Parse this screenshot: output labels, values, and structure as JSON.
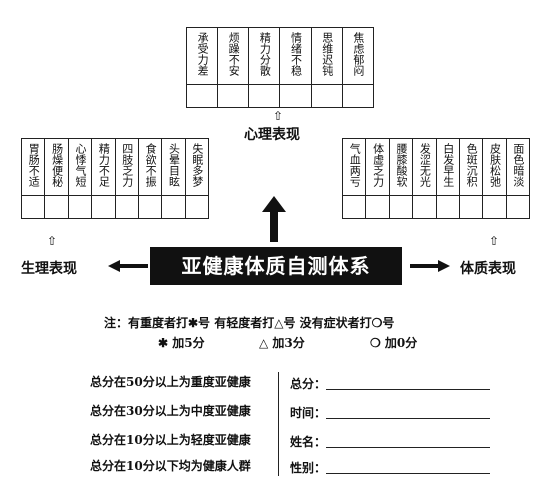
{
  "psych": {
    "title": "心理表现",
    "items": [
      "承受力差",
      "烦躁不安",
      "精力分散",
      "情绪不稳",
      "思维迟钝",
      "焦虑郁闷"
    ]
  },
  "physio": {
    "title": "生理表现",
    "items": [
      "胃肠不适",
      "肠燥便秘",
      "心悸气短",
      "精力不足",
      "四肢乏力",
      "食欲不振",
      "头晕目眩",
      "失眠多梦"
    ]
  },
  "constitution": {
    "title": "体质表现",
    "items": [
      "气血两亏",
      "体虚乏力",
      "腰膝酸软",
      "发涩无光",
      "白发早生",
      "色斑沉积",
      "皮肤松弛",
      "面色暗淡"
    ]
  },
  "arrow_glyph": "⇧",
  "banner": "亚健康体质自测体系",
  "note": {
    "line1": "注：有重度者打✱号    有轻度者打△号    没有症状者打❍号",
    "score_heavy": "✱ 加5分",
    "score_light": "△ 加3分",
    "score_none": "❍ 加0分"
  },
  "rules": [
    "总分在50分以上为重度亚健康",
    "总分在30分以上为中度亚健康",
    "总分在10分以上为轻度亚健康",
    "总分在10分以下均为健康人群"
  ],
  "fields": [
    {
      "label": "总分："
    },
    {
      "label": "时间："
    },
    {
      "label": "姓名："
    },
    {
      "label": "性别："
    }
  ]
}
